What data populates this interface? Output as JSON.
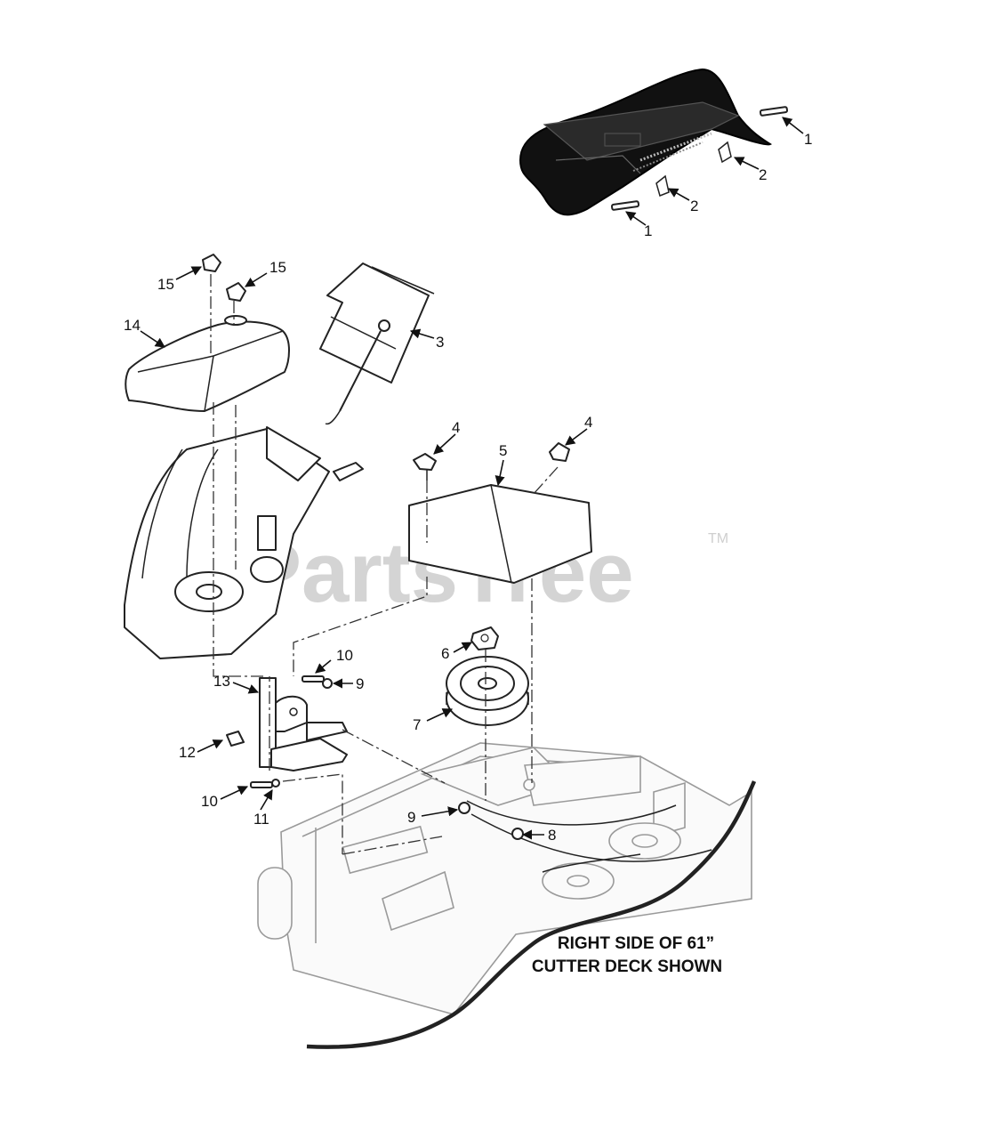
{
  "watermark": {
    "text": "PartsTree",
    "trademark": "TM"
  },
  "note": {
    "line1": "RIGHT SIDE OF 61”",
    "line2": "CUTTER DECK SHOWN"
  },
  "callouts": {
    "c1a": "1",
    "c1b": "1",
    "c2a": "2",
    "c2b": "2",
    "c3": "3",
    "c4a": "4",
    "c4b": "4",
    "c5": "5",
    "c6": "6",
    "c7": "7",
    "c8": "8",
    "c9a": "9",
    "c9b": "9",
    "c10a": "10",
    "c10b": "10",
    "c11": "11",
    "c12": "12",
    "c13": "13",
    "c14": "14",
    "c15a": "15",
    "c15b": "15"
  },
  "colors": {
    "ink": "#111111",
    "watermark": "#d4d4d4",
    "background": "#ffffff"
  }
}
